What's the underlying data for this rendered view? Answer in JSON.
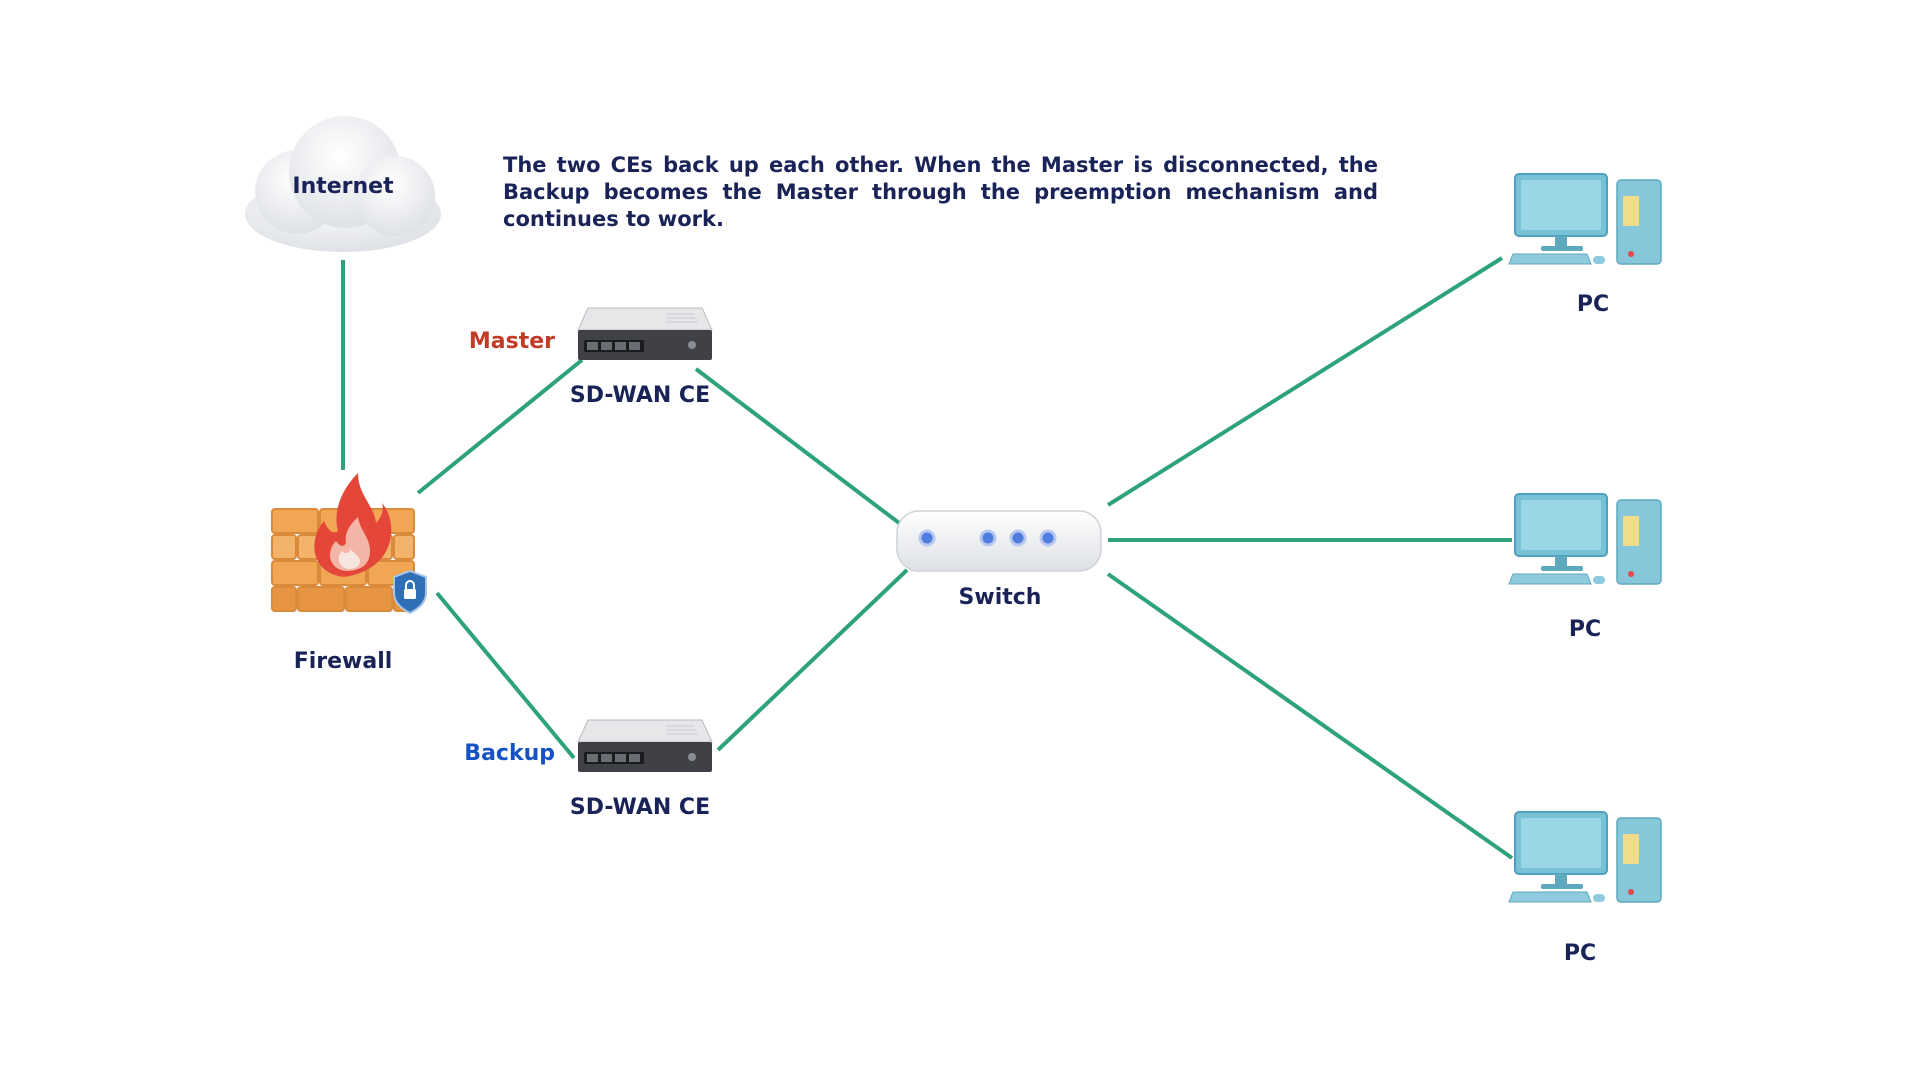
{
  "note": "The two CEs back up each other. When the Master is disconnected, the Backup becomes the Master through the preemption mechanism and continues to work.",
  "colors": {
    "link": "#2ea37a",
    "label": "#1a2358",
    "master": "#c43b25",
    "backup": "#1553c4"
  },
  "nodes": {
    "internet": {
      "label": "Internet",
      "icon": "cloud-icon"
    },
    "firewall": {
      "label": "Firewall",
      "icon": "firewall-icon"
    },
    "ce_master": {
      "role": "Master",
      "label": "SD-WAN CE",
      "icon": "router-icon"
    },
    "ce_backup": {
      "role": "Backup",
      "label": "SD-WAN CE",
      "icon": "router-icon"
    },
    "switch": {
      "label": "Switch",
      "icon": "switch-icon"
    },
    "pc_top": {
      "label": "PC",
      "icon": "desktop-pc-icon"
    },
    "pc_middle": {
      "label": "PC",
      "icon": "desktop-pc-icon"
    },
    "pc_bottom": {
      "label": "PC",
      "icon": "desktop-pc-icon"
    }
  },
  "links": [
    [
      "internet",
      "firewall"
    ],
    [
      "firewall",
      "ce_master"
    ],
    [
      "firewall",
      "ce_backup"
    ],
    [
      "ce_master",
      "switch"
    ],
    [
      "ce_backup",
      "switch"
    ],
    [
      "switch",
      "pc_top"
    ],
    [
      "switch",
      "pc_middle"
    ],
    [
      "switch",
      "pc_bottom"
    ]
  ]
}
